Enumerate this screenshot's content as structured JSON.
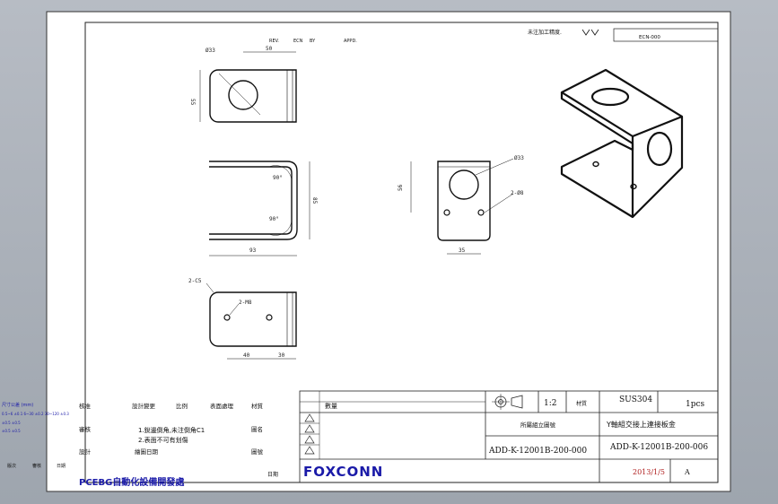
{
  "header": {
    "rev_labels": [
      "REV.",
      "ECN",
      "BY",
      "APPD."
    ],
    "process_label": "未注加工精度.",
    "ecn_box": "ECN-000"
  },
  "dimensions": {
    "top_view": {
      "hole_dia": "Ø33",
      "width": "50",
      "height": "55"
    },
    "front_view": {
      "angle_upper": "90°",
      "angle_lower": "90°",
      "height": "85",
      "width": "93"
    },
    "side_view": {
      "hole_dia": "Ø33",
      "height": "56",
      "holes": "2-Ø8",
      "width": "35"
    },
    "bottom_view": {
      "chamfer": "2-C5",
      "holes": "2-M8",
      "pitch1": "40",
      "pitch2": "30"
    }
  },
  "left_table": {
    "unit_header": "尺寸公差 (mm)",
    "tol_rows": [
      "0.5~6 ±0.1 6~30 ±0.2 30~120 ±0.3",
      "±0.5 ±0.5",
      "±0.5 ±0.5"
    ],
    "col_labels": [
      "核准",
      "設計變更",
      "比例",
      "表面處理",
      "材質"
    ],
    "row2_labels": [
      "審核",
      "圖名"
    ],
    "row3_labels": [
      "設計",
      "繪圖日期",
      "圖號"
    ],
    "row4_labels": [
      "版次",
      "審核",
      "日期"
    ],
    "notes": [
      "1.銳邊倒角,未注倒角C1",
      "2.表面不可有划傷"
    ],
    "dept": "PCEBG自動化設備開發處",
    "date_label": "日期"
  },
  "title_block": {
    "qty_label": "數量",
    "scale": "1:2",
    "material_label": "材質",
    "material": "SUS304",
    "qty": "1pcs",
    "assembly_label": "所屬組立圖號",
    "part_name": "Y軸組交接上連接板金",
    "assembly_no": "ADD-K-12001B-200-000",
    "part_no": "ADD-K-12001B-200-006",
    "logo": "FOXCONN",
    "date": "2013/1/5",
    "revision": "A"
  }
}
